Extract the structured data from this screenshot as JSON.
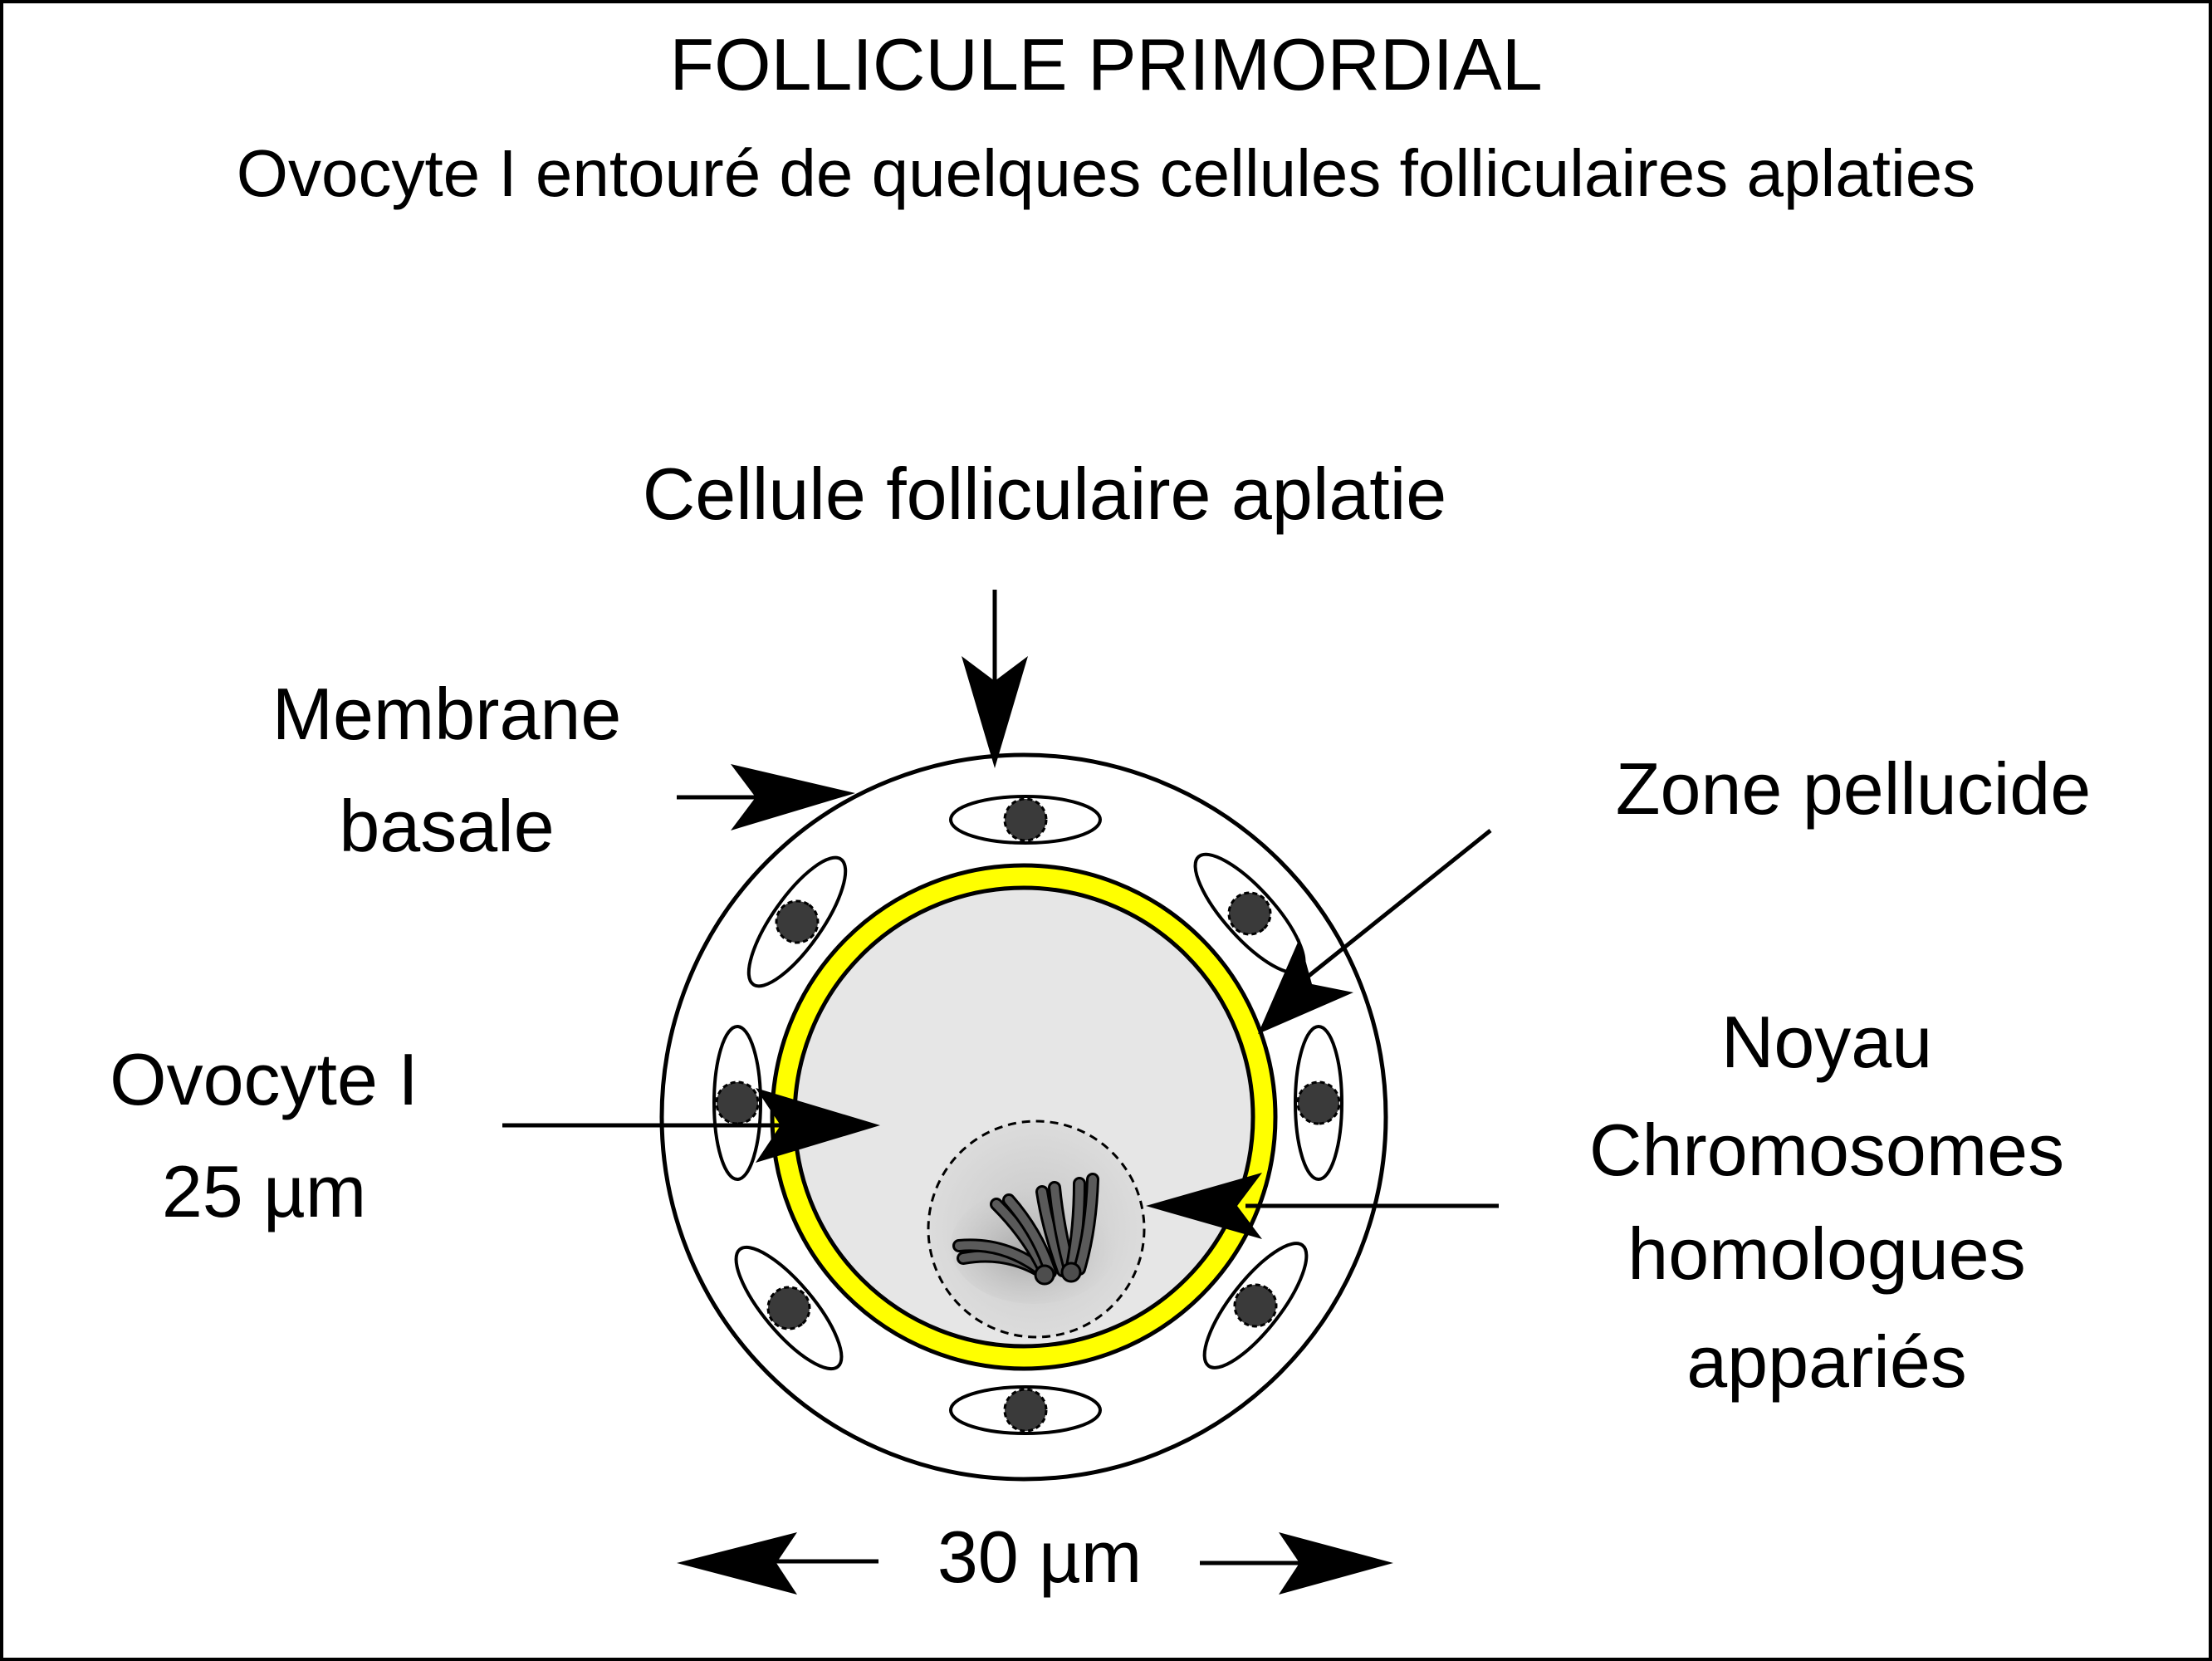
{
  "title": "FOLLICULE PRIMORDIAL",
  "subtitle": "Ovocyte I entouré de quelques cellules folliculaires aplaties",
  "labels": {
    "cellule_folliculaire": "Cellule folliculaire aplatie",
    "membrane_basale": [
      "Membrane",
      "basale"
    ],
    "zone_pellucide": "Zone pellucide",
    "ovocyte": [
      "Ovocyte I",
      "25 µm"
    ],
    "noyau": [
      "Noyau",
      "Chromosomes",
      "homologues",
      "appariés"
    ],
    "diametre_follicule": "30 µm"
  },
  "colors": {
    "zone_pellucide": "#FFFF00",
    "ovocyte_cytoplasm": "#E6E6E6",
    "noyau": "#C8C8C8",
    "chromosome": "#4D4D4D",
    "cell_nucleus": "#3A3A3A"
  }
}
